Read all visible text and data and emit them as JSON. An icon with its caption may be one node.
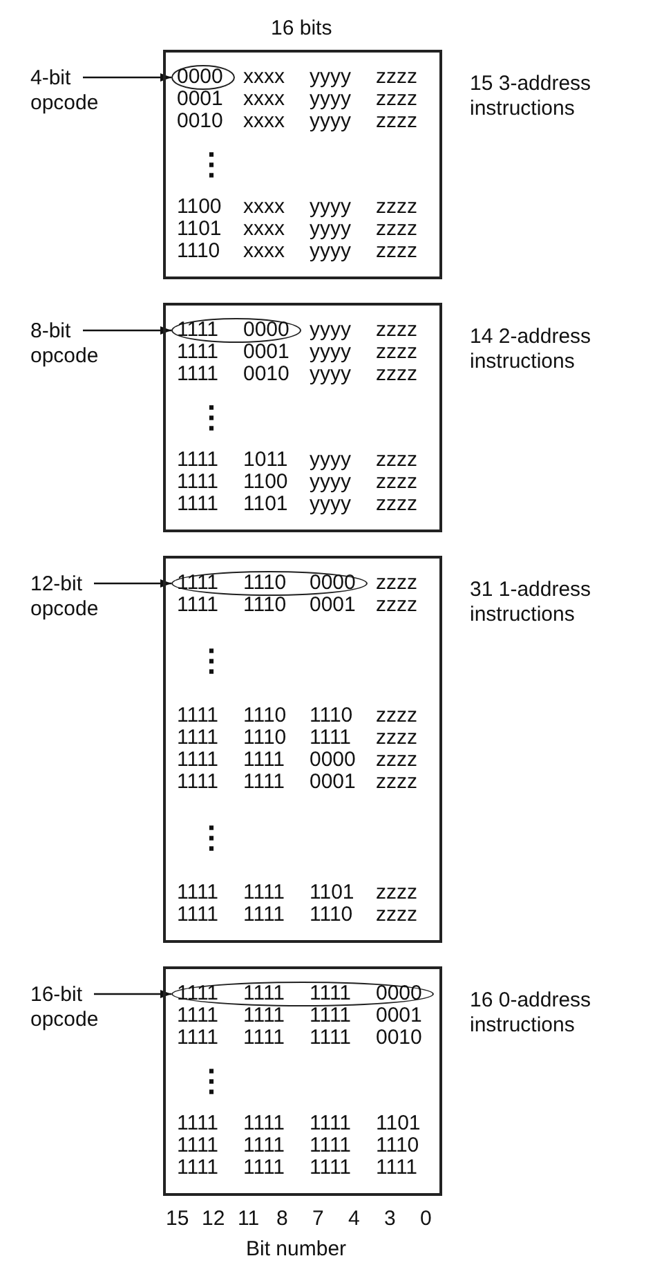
{
  "diagram": {
    "nodes": [
      {
        "text": [
          "4-bit opcode"
        ]
      },
      {
        "text": [
          "xxxx yyyy zzzz",
          "0001 xxxx yyyy zzzz",
          "0010 xxxx yyyy zzzz",
          "⋮",
          "1100 xxxx yyyy zzzz",
          "1101 xxxx yyyy zzzz",
          "1110 xxxx yyyy zzzz"
        ],
        "beside": [
          "15 3-address instructions"
        ]
      },
      {
        "text": [
          "0000"
        ],
        "in": 1
      },
      {
        "text": [
          "8-bit opcode"
        ]
      },
      {
        "text": [
          "yyyy zzzz",
          "1111 0001 yyyy zzzz",
          "1111 0010 yyyy zzzz",
          "⋮",
          "1111 1011 yyyy zzzz",
          "1111 1100 yyyy zzzz",
          "1111 1101 yyyy zzzz"
        ],
        "beside": [
          "14 2-address instructions"
        ]
      },
      {
        "text": [
          "1111 0000"
        ],
        "in": 4
      },
      {
        "text": [
          "12-bit opcode"
        ]
      },
      {
        "text": [
          "zzzz",
          "1111 1110 0001 zzzz",
          "⋮",
          "1111 1110 1110 zzzz",
          "1111 1110 1111 zzzz",
          "1111 1111 0000 zzzz",
          "1111 1111 0001 zzzz",
          "⋮",
          "1111 1111 1101 zzzz",
          "1111 1111 1110 zzzz"
        ],
        "beside": [
          "31 1-address instructions"
        ]
      },
      {
        "text": [
          "1111 1110 0000"
        ],
        "in": 7
      },
      {
        "text": [
          "16-bit opcode"
        ]
      },
      {
        "text": [
          "1111 1111 1111 0001",
          "1111 1111 1111 0010",
          "⋮",
          "1111 1111 1111 1101",
          "1111 1111 1111 1110",
          "1111 1111 1111 1111"
        ],
        "beside": [
          "16 0-address instructions"
        ]
      },
      {
        "text": [
          "1111 1111 1111 0000"
        ],
        "in": 10
      }
    ],
    "edges": [
      {
        "from": 0,
        "to": 2,
        "arrow": "to"
      },
      {
        "from": 3,
        "to": 5,
        "arrow": "to"
      },
      {
        "from": 6,
        "to": 8,
        "arrow": "to"
      },
      {
        "from": 9,
        "to": 11,
        "arrow": "to"
      }
    ],
    "labels": [
      "16 bits",
      "15",
      "12",
      "11",
      "8",
      "7",
      "4",
      "3",
      "0",
      "Bit number"
    ]
  }
}
